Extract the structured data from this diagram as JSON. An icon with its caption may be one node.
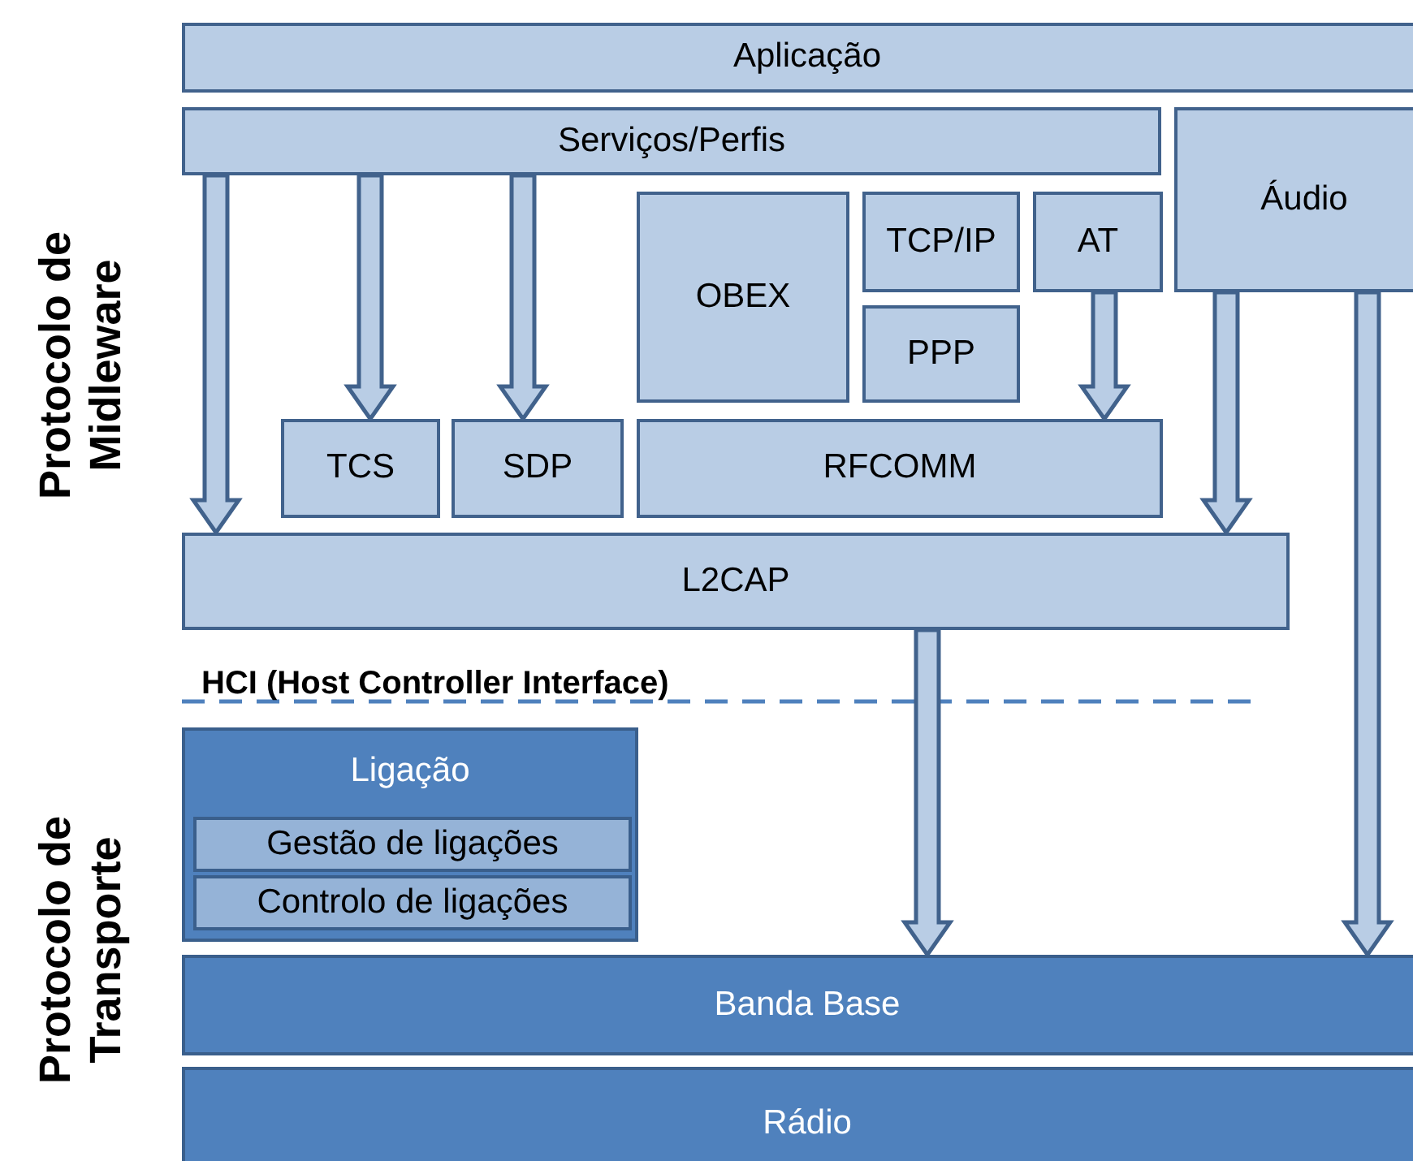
{
  "diagram": {
    "nodes": [
      {
        "text": [
          "Aplicação"
        ]
      },
      {
        "text": [
          "Serviços/Perfis"
        ]
      },
      {
        "text": [
          "Áudio"
        ]
      },
      {
        "text": [
          "OBEX"
        ]
      },
      {
        "text": [
          "TCP/IP"
        ]
      },
      {
        "text": [
          "AT"
        ]
      },
      {
        "text": [
          "PPP"
        ]
      },
      {
        "text": [
          "TCS"
        ]
      },
      {
        "text": [
          "SDP"
        ]
      },
      {
        "text": [
          "RFCOMM"
        ]
      },
      {
        "text": [
          "L2CAP"
        ]
      },
      {
        "text": [
          "Ligação"
        ]
      },
      {
        "text": [
          "Gestão de ligações"
        ],
        "in": 11
      },
      {
        "text": [
          "Controlo de ligações"
        ],
        "in": 11
      },
      {
        "text": [
          "Banda Base"
        ]
      },
      {
        "text": [
          "Rádio"
        ]
      }
    ],
    "edges": [
      {
        "from": 1,
        "to": 10,
        "arrow": "to"
      },
      {
        "from": 1,
        "to": 7,
        "arrow": "to"
      },
      {
        "from": 1,
        "to": 8,
        "arrow": "to"
      },
      {
        "from": 5,
        "to": 9,
        "arrow": "to"
      },
      {
        "from": 2,
        "to": 10,
        "arrow": "to"
      },
      {
        "from": 2,
        "to": 14,
        "arrow": "to"
      },
      {
        "from": 10,
        "to": 14,
        "arrow": "to"
      }
    ],
    "labels": [
      "HCI (Host Controller Interface)",
      "Protocolo de Midleware",
      "Protocolo de Transporte"
    ]
  }
}
